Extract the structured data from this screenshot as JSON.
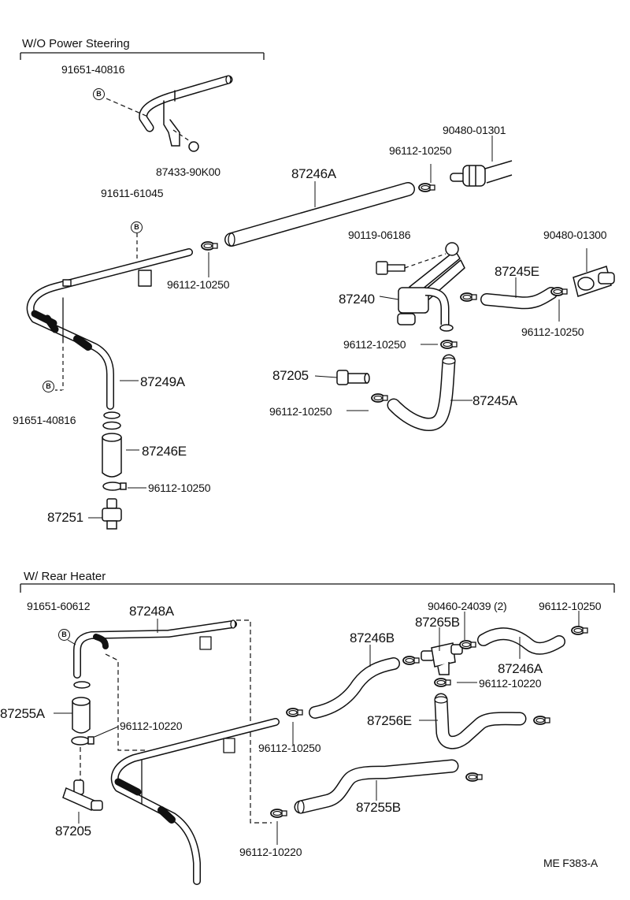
{
  "sections": [
    {
      "title": "W/O Power Steering"
    },
    {
      "title": "W/ Rear Heater"
    }
  ],
  "labels": {
    "l_91651_40816_a": "91651-40816",
    "l_87433_90K00": "87433-90K00",
    "l_91611_61045": "91611-61045",
    "l_87246A_top": "87246A",
    "l_96112_10250_a": "96112-10250",
    "l_90480_01301": "90480-01301",
    "l_96112_10250_b": "96112-10250",
    "l_90119_06186": "90119-06186",
    "l_90480_01300": "90480-01300",
    "l_87245E": "87245E",
    "l_87240": "87240",
    "l_96112_10250_c": "96112-10250",
    "l_96112_10250_d": "96112-10250",
    "l_87249A": "87249A",
    "l_87205_top": "87205",
    "l_87245A": "87245A",
    "l_96112_10250_e": "96112-10250",
    "l_91651_40816_b": "91651-40816",
    "l_87246E": "87246E",
    "l_96112_10250_f": "96112-10250",
    "l_87251": "87251",
    "l_91651_60612": "91651-60612",
    "l_87248A": "87248A",
    "l_90460_24039": "90460-24039 (2)",
    "l_96112_10250_g": "96112-10250",
    "l_87246B": "87246B",
    "l_87265B": "87265B",
    "l_87246A_bot": "87246A",
    "l_96112_10220_a": "96112-10220",
    "l_87255A": "87255A",
    "l_96112_10220_b": "96112-10220",
    "l_87256E": "87256E",
    "l_96112_10250_h": "96112-10250",
    "l_87255B": "87255B",
    "l_87205_bot": "87205",
    "l_96112_10220_c": "96112-10220"
  },
  "badge_letter": "B",
  "footer_code": "ME  F383-A"
}
